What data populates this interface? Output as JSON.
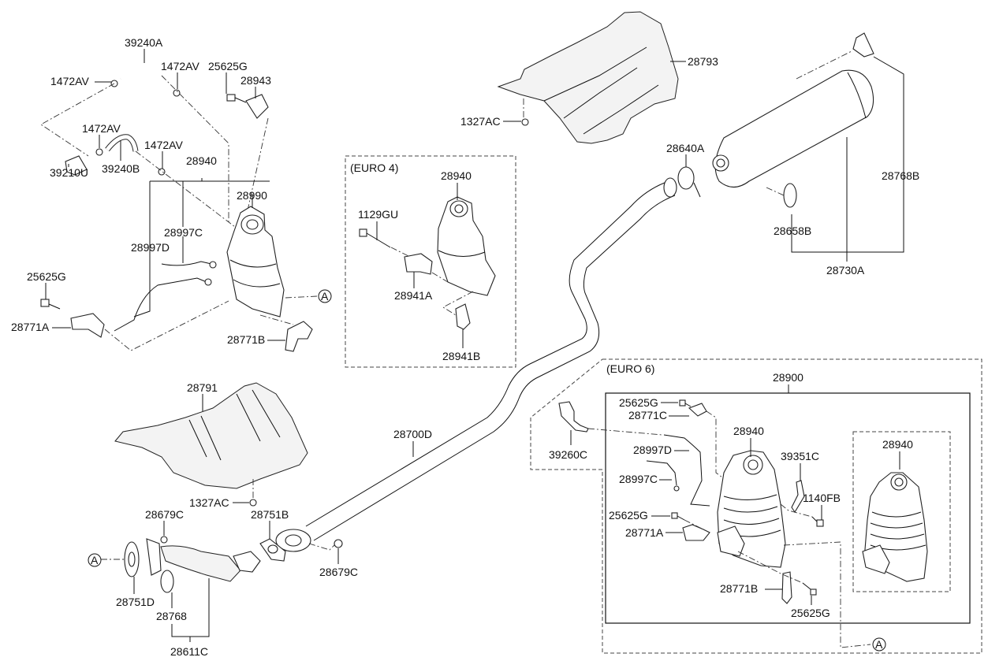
{
  "diagram": {
    "title": "Exhaust system parts diagram",
    "groups": {
      "euro4": "(EURO 4)",
      "euro6": "(EURO 6)"
    },
    "reference_marker": "A",
    "labels": {
      "l_39240A": "39240A",
      "l_1472AV_1": "1472AV",
      "l_1472AV_2": "1472AV",
      "l_1472AV_3": "1472AV",
      "l_1472AV_4": "1472AV",
      "l_25625G_1": "25625G",
      "l_28943": "28943",
      "l_39240B": "39240B",
      "l_39210U": "39210U",
      "l_28940_main": "28940",
      "l_28990": "28990",
      "l_28997C_main": "28997C",
      "l_28997D_main": "28997D",
      "l_25625G_2": "25625G",
      "l_28771A_main": "28771A",
      "l_28771B_main": "28771B",
      "l_28940_e4": "28940",
      "l_1129GU": "1129GU",
      "l_28941A": "28941A",
      "l_28941B": "28941B",
      "l_28793": "28793",
      "l_1327AC_1": "1327AC",
      "l_28640A": "28640A",
      "l_28768B": "28768B",
      "l_28658B": "28658B",
      "l_28730A": "28730A",
      "l_28791": "28791",
      "l_1327AC_2": "1327AC",
      "l_28700D": "28700D",
      "l_28679C_1": "28679C",
      "l_28751B": "28751B",
      "l_28679C_2": "28679C",
      "l_28751D": "28751D",
      "l_28768": "28768",
      "l_28611C": "28611C",
      "l_28900": "28900",
      "l_25625G_e6a": "25625G",
      "l_28771C": "28771C",
      "l_28940_e6": "28940",
      "l_39260C": "39260C",
      "l_28997D_e6": "28997D",
      "l_28997C_e6": "28997C",
      "l_39351C": "39351C",
      "l_1140FB": "1140FB",
      "l_25625G_e6b": "25625G",
      "l_28771A_e6": "28771A",
      "l_28771B_e6": "28771B",
      "l_25625G_e6c": "25625G",
      "l_28940_alt": "28940"
    }
  }
}
